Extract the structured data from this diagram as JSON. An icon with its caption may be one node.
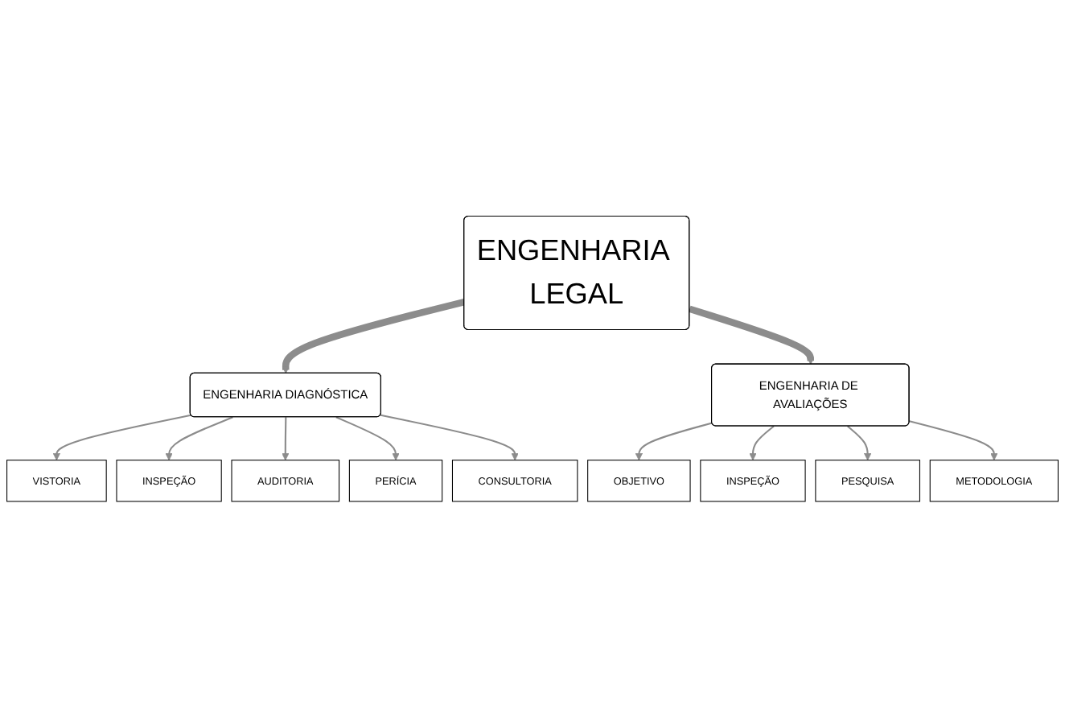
{
  "diagram": {
    "nodes": [
      {
        "text": [
          "ENGENHARIA LEGAL"
        ]
      },
      {
        "text": [
          "ENGENHARIA DIAGNÓSTICA"
        ]
      },
      {
        "text": [
          "ENGENHARIA DE AVALIAÇÕES"
        ]
      },
      {
        "text": [
          "VISTORIA"
        ]
      },
      {
        "text": [
          "INSPEÇÃO"
        ]
      },
      {
        "text": [
          "AUDITORIA"
        ]
      },
      {
        "text": [
          "PERÍCIA"
        ]
      },
      {
        "text": [
          "CONSULTORIA"
        ]
      },
      {
        "text": [
          "OBJETIVO"
        ]
      },
      {
        "text": [
          "INSPEÇÃO"
        ]
      },
      {
        "text": [
          "PESQUISA"
        ]
      },
      {
        "text": [
          "METODOLOGIA"
        ]
      }
    ],
    "edges": [
      {
        "from": 0,
        "to": 1,
        "arrow": "to",
        "style": "thick"
      },
      {
        "from": 0,
        "to": 2,
        "arrow": "to",
        "style": "thick"
      },
      {
        "from": 1,
        "to": 3,
        "arrow": "to"
      },
      {
        "from": 1,
        "to": 4,
        "arrow": "to"
      },
      {
        "from": 1,
        "to": 5,
        "arrow": "to"
      },
      {
        "from": 1,
        "to": 6,
        "arrow": "to"
      },
      {
        "from": 1,
        "to": 7,
        "arrow": "to"
      },
      {
        "from": 2,
        "to": 8,
        "arrow": "to"
      },
      {
        "from": 2,
        "to": 9,
        "arrow": "to"
      },
      {
        "from": 2,
        "to": 10,
        "arrow": "to"
      },
      {
        "from": 2,
        "to": 11,
        "arrow": "to"
      }
    ]
  }
}
